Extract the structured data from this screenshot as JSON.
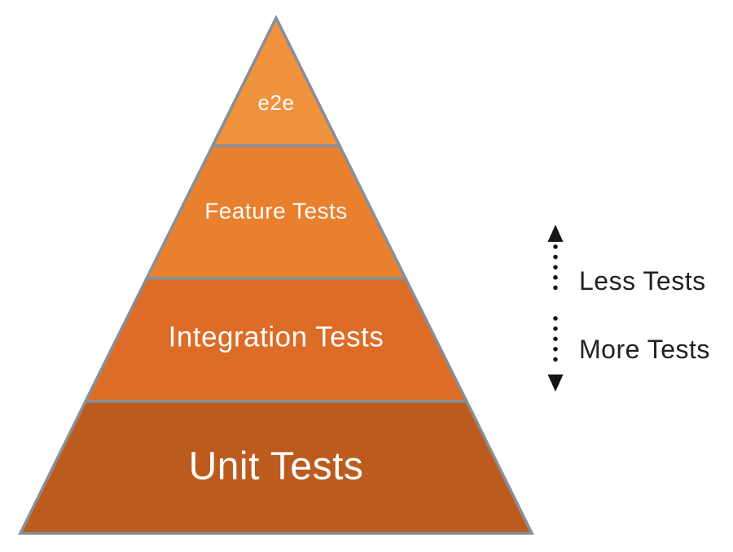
{
  "pyramid": {
    "border_color": "#878F99",
    "text_color": "#FCFCFC",
    "layers": [
      {
        "label": "e2e",
        "color": "#F0913B"
      },
      {
        "label": "Feature Tests",
        "color": "#E8802E"
      },
      {
        "label": "Integration Tests",
        "color": "#DC6C26"
      },
      {
        "label": "Unit Tests",
        "color": "#BC5B1E"
      }
    ]
  },
  "annotation": {
    "arrow_color": "#151515",
    "label_color": "#212121",
    "top_label": "Less Tests",
    "bottom_label": "More Tests"
  }
}
